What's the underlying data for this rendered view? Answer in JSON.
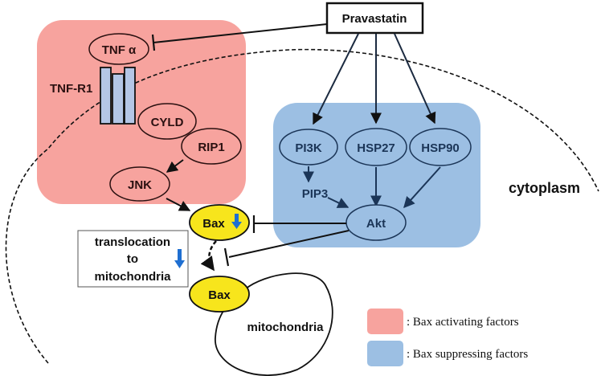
{
  "colors": {
    "activating": "#f7a39e",
    "suppressing": "#9cbfe3",
    "bax_fill": "#f7e51c",
    "pink_text": "#2a1010",
    "blue_text": "#1b3557",
    "blue_arrow": "#1f6fd1",
    "line": "#111111"
  },
  "drug": {
    "label": "Pravastatin"
  },
  "activating_nodes": {
    "tnfa": "TNF α",
    "tnfr1": "TNF-R1",
    "cyld": "CYLD",
    "rip1": "RIP1",
    "jnk": "JNK"
  },
  "suppressing_nodes": {
    "pi3k": "PI3K",
    "hsp27": "HSP27",
    "hsp90": "HSP90",
    "pip3": "PIP3",
    "akt": "Akt"
  },
  "bax": {
    "cytosolic": "Bax",
    "mitochondrial": "Bax"
  },
  "translocation": {
    "line1": "translocation",
    "line2": "to",
    "line3": "mitochondria"
  },
  "compartments": {
    "mitochondria": "mitochondria",
    "cytoplasm": "cytoplasm"
  },
  "legend": {
    "items": [
      {
        "label": ": Bax activating factors",
        "color": "#f7a39e"
      },
      {
        "label": ": Bax suppressing factors",
        "color": "#9cbfe3"
      }
    ]
  }
}
